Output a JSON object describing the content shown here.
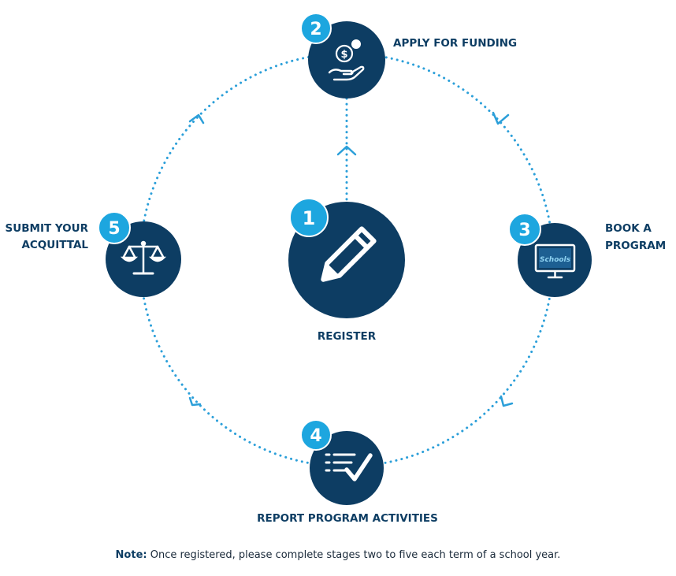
{
  "colors": {
    "node": "#0d3d63",
    "badge": "#1da6df",
    "path": "#2b9fd9",
    "icon": "#ffffff",
    "label": "#0d3d63"
  },
  "steps": [
    {
      "number": "1",
      "label_lines": [
        "REGISTER"
      ],
      "icon": "pencil-icon"
    },
    {
      "number": "2",
      "label_lines": [
        "APPLY FOR FUNDING"
      ],
      "icon": "hand-coin-icon"
    },
    {
      "number": "3",
      "label_lines": [
        "BOOK A",
        "PROGRAM"
      ],
      "icon": "monitor-icon"
    },
    {
      "number": "4",
      "label_lines": [
        "REPORT PROGRAM ACTIVITIES"
      ],
      "icon": "checklist-icon"
    },
    {
      "number": "5",
      "label_lines": [
        "SUBMIT YOUR",
        "ACQUITTAL"
      ],
      "icon": "scales-icon"
    }
  ],
  "screen_text": "Schools",
  "note": {
    "prefix": "Note:",
    "text": " Once registered, please complete stages two to five each term of a school year."
  }
}
